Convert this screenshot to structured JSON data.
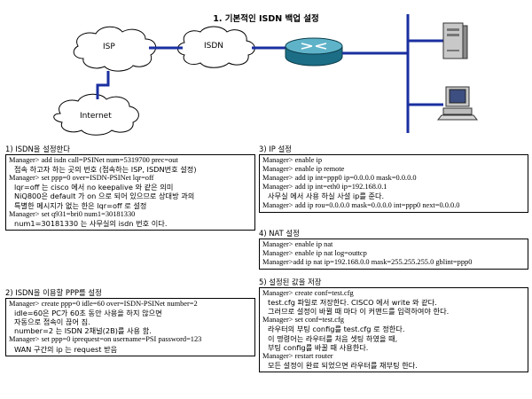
{
  "title": "1. 기본적인 ISDN 백업 설정",
  "diagram": {
    "isp_label": "ISP",
    "isdn_label": "ISDN",
    "internet_label": "Internet"
  },
  "sections": {
    "isdn": {
      "heading": "1) ISDN을 설정한다",
      "lines": [
        {
          "text": "Manager> add isdn call=PSINet num=5319700 prec=out",
          "cmd": true,
          "ind": false
        },
        {
          "text": "접속 하고자 하는 곳의 번호 (접속하는 ISP, ISDN번호 설정)",
          "cmd": false,
          "ind": true
        },
        {
          "text": "Manager> set ppp=0 over=ISDN-PSINet lqr=off",
          "cmd": true,
          "ind": false
        },
        {
          "text": "lqr=off 는 cisco 에서 no keepalive 와 같은 의미",
          "cmd": false,
          "ind": true
        },
        {
          "text": "NiQ800은 default 가 on 으로 되어 있으므로 상대방 과의",
          "cmd": false,
          "ind": true
        },
        {
          "text": "특별한 메시지가 없는 한은 lqr=off 로 설정",
          "cmd": false,
          "ind": true
        },
        {
          "text": "Manager> set q931=bri0 num1=30181330",
          "cmd": true,
          "ind": false
        },
        {
          "text": "num1=30181330 는 사무실의 isdn 번호 이다.",
          "cmd": false,
          "ind": true
        }
      ]
    },
    "ppp": {
      "heading": "2) ISDN을 이용할 PPP를 설정",
      "lines": [
        {
          "text": "Manager> create ppp=0 idle=60 over=ISDN-PSINet number=2",
          "cmd": true,
          "ind": false
        },
        {
          "text": "idle=60은 PC가 60초 동안 사용을 하지 않으면",
          "cmd": false,
          "ind": true
        },
        {
          "text": "자동으로 접속이 끊어 짐.",
          "cmd": false,
          "ind": true
        },
        {
          "text": "number=2 는 ISDN 2채널(2B)를 사용 함.",
          "cmd": false,
          "ind": true
        },
        {
          "text": "Manager> set ppp=0 iprequest=on username=PSI password=123",
          "cmd": true,
          "ind": false
        },
        {
          "text": "WAN 구간의 ip 는 request 받음",
          "cmd": false,
          "ind": true
        }
      ]
    },
    "ip": {
      "heading": "3) IP 설정",
      "lines": [
        {
          "text": "Manager> enable ip",
          "cmd": true,
          "ind": false
        },
        {
          "text": "Manager> enable ip remote",
          "cmd": true,
          "ind": false
        },
        {
          "text": "Manager> add ip int=ppp0 ip=0.0.0.0 mask=0.0.0.0",
          "cmd": true,
          "ind": false
        },
        {
          "text": "Manager> add ip int=eth0 ip=192.168.0.1",
          "cmd": true,
          "ind": false
        },
        {
          "text": "사무실 에서 사용 하실 사설 ip를 준다.",
          "cmd": false,
          "ind": true
        },
        {
          "text": "Manager> add ip rou=0.0.0.0 mask=0.0.0.0 int=ppp0 next=0.0.0.0",
          "cmd": true,
          "ind": false
        }
      ]
    },
    "nat": {
      "heading": "4) NAT 설정",
      "lines": [
        {
          "text": "Manager> enable ip nat",
          "cmd": true,
          "ind": false
        },
        {
          "text": "Manager> enable ip nat log=outtcp",
          "cmd": true,
          "ind": false
        },
        {
          "text": "Manager>add ip nat ip=192.168.0.0 mask=255.255.255.0 gblint=ppp0",
          "cmd": true,
          "ind": false
        }
      ]
    },
    "save": {
      "heading": "5) 설정된 값을 저장",
      "lines": [
        {
          "text": "Manager> create conf=test.cfg",
          "cmd": true,
          "ind": false
        },
        {
          "text": "test.cfg 파일로 저장한다. CISCO 에서 write 와 같다.",
          "cmd": false,
          "ind": true
        },
        {
          "text": "그러므로 설정이 바뀔 때 마다 이 커맨드를 입력하여야 한다.",
          "cmd": false,
          "ind": true
        },
        {
          "text": "Manager> set conf=test.cfg",
          "cmd": true,
          "ind": false
        },
        {
          "text": "라우터의 부팅 config를 test.cfg 로 정한다.",
          "cmd": false,
          "ind": true
        },
        {
          "text": "이 명령어는 라우터를 처음 셋팅 하였을 때,",
          "cmd": false,
          "ind": true
        },
        {
          "text": "부팅 config를 바꿀 때 사용한다.",
          "cmd": false,
          "ind": true
        },
        {
          "text": "Manager> restart router",
          "cmd": true,
          "ind": false
        },
        {
          "text": "모든 설정이 완료 되었으면 라우터를 재부팅 한다.",
          "cmd": false,
          "ind": true
        }
      ]
    }
  }
}
